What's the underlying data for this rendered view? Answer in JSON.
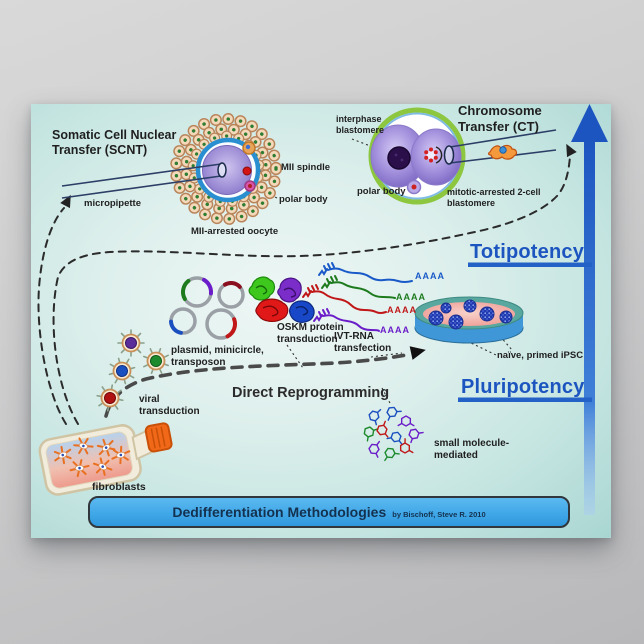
{
  "poster": {
    "scnt": {
      "title": "Somatic Cell Nuclear Transfer (SCNT)",
      "micropipette": "micropipette",
      "mii_spindle": "MII spindle",
      "polar_body": "polar body",
      "oocyte": "MII-arrested oocyte"
    },
    "ct": {
      "title": "Chromosome Transfer (CT)",
      "interphase": "interphase blastomere",
      "polar_body": "polar body",
      "mitotic": "mitotic-arrested 2-cell blastomere"
    },
    "axis": {
      "totipotency": "Totipotency",
      "pluripotency": "Pluripotency"
    },
    "reprogramming": {
      "title": "Direct Reprogramming",
      "plasmid": "plasmid, minicircle, transposon",
      "oskm": "OSKM protein transduction",
      "ivt": "IVT-RNA transfection",
      "viral": "viral transduction",
      "small_molecule": "small molecule-mediated",
      "poly_a": "AAAA"
    },
    "cells": {
      "fibroblasts": "fibroblasts",
      "ipsc": "naïve, primed iPSC"
    },
    "banner": {
      "title": "Dedifferentiation Methodologies",
      "byline": "by Bischoff, Steve R. 2010"
    },
    "colors": {
      "potency_blue": "#1d55c0",
      "banner_fill": "#41a8e8",
      "poster_teal": "#a9d6d2",
      "rna_blue": "#1a5ac8",
      "rna_green": "#1d7a1d",
      "rna_red": "#c01818",
      "rna_purple": "#6a1dc8",
      "flask_cap_orange": "#f06818",
      "dish_medium_pink": "#ee9e96"
    }
  }
}
